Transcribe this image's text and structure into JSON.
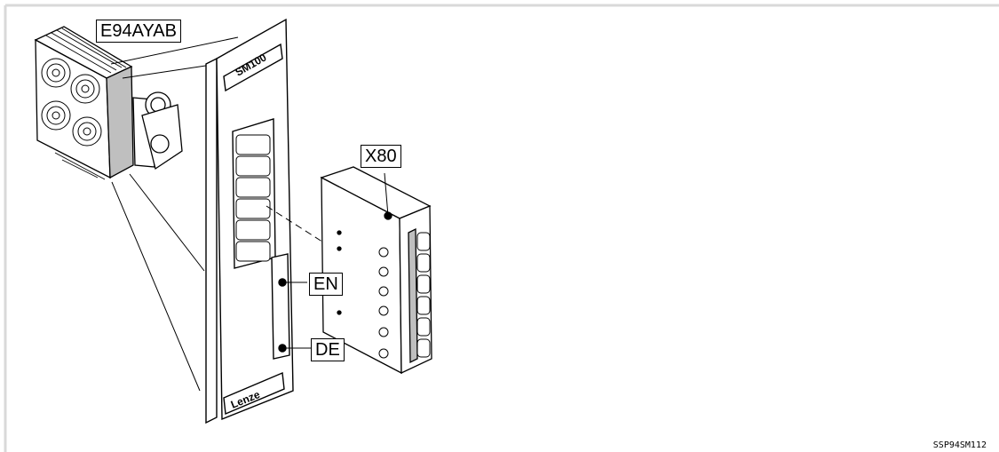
{
  "labels": {
    "module": "E94AYAB",
    "connector": "X80",
    "led_en": "EN",
    "led_de": "DE"
  },
  "panel": {
    "top_text": "SM100",
    "bottom_text": "Lenze"
  },
  "figure_id": "SSP94SM112",
  "colors": {
    "line": "#000000",
    "frame": "#d9d9d9",
    "shade": "#bfbfbf"
  }
}
